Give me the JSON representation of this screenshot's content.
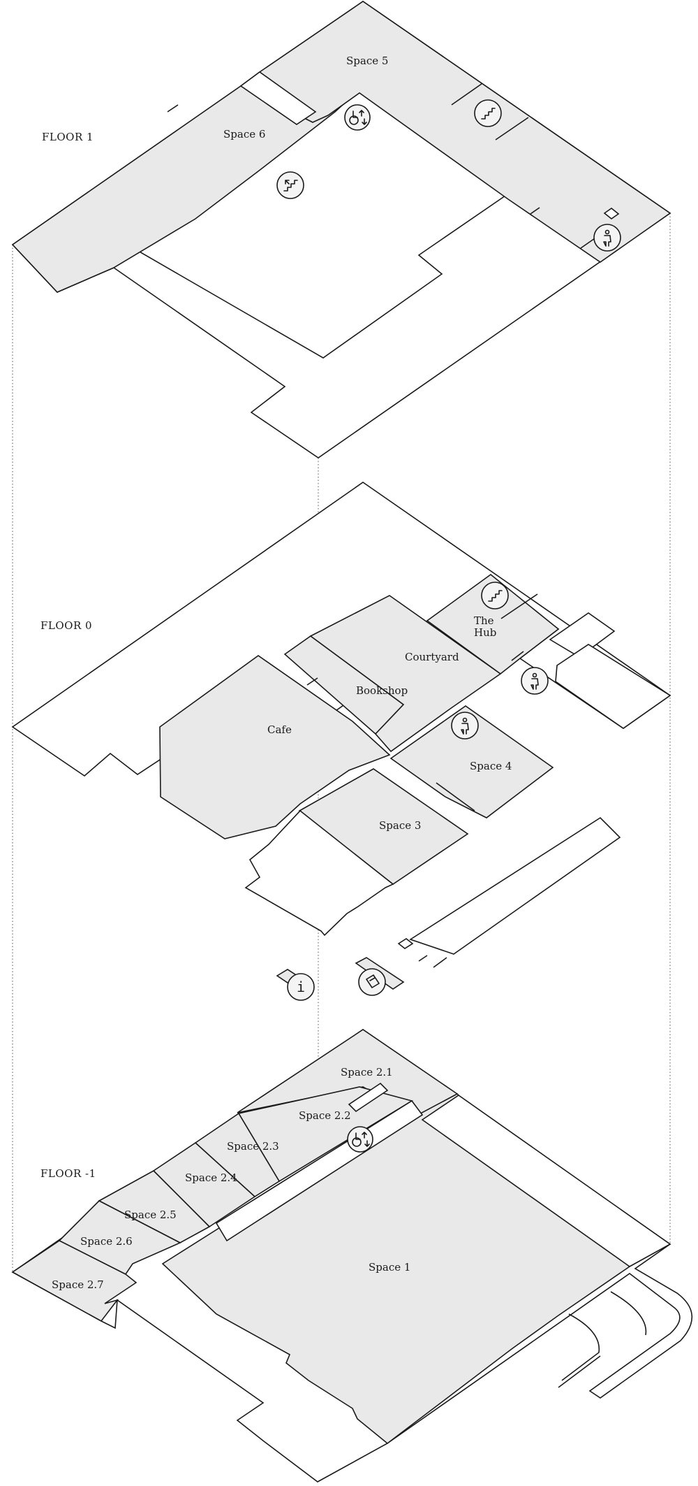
{
  "floors": {
    "floor1": {
      "label": "FLOOR 1"
    },
    "floor0": {
      "label": "FLOOR 0"
    },
    "floorminus1": {
      "label": "FLOOR -1"
    }
  },
  "rooms": {
    "space5": "Space 5",
    "space6": "Space 6",
    "the": "The",
    "hub": "Hub",
    "courtyard": "Courtyard",
    "bookshop": "Bookshop",
    "cafe": "Cafe",
    "space4": "Space 4",
    "space3": "Space 3",
    "space21": "Space 2.1",
    "space22": "Space 2.2",
    "space23": "Space 2.3",
    "space24": "Space 2.4",
    "space25": "Space 2.5",
    "space26": "Space 2.6",
    "space27": "Space 2.7",
    "space1": "Space 1"
  },
  "icons": {
    "info_glyph": "i",
    "names": [
      "stairs-icon",
      "accessible-lift-icon",
      "toilet-icon",
      "info-icon",
      "ticket-icon"
    ]
  },
  "colors": {
    "room_fill": "#e9e9e9",
    "stroke": "#1a1a1a",
    "background": "#ffffff"
  }
}
